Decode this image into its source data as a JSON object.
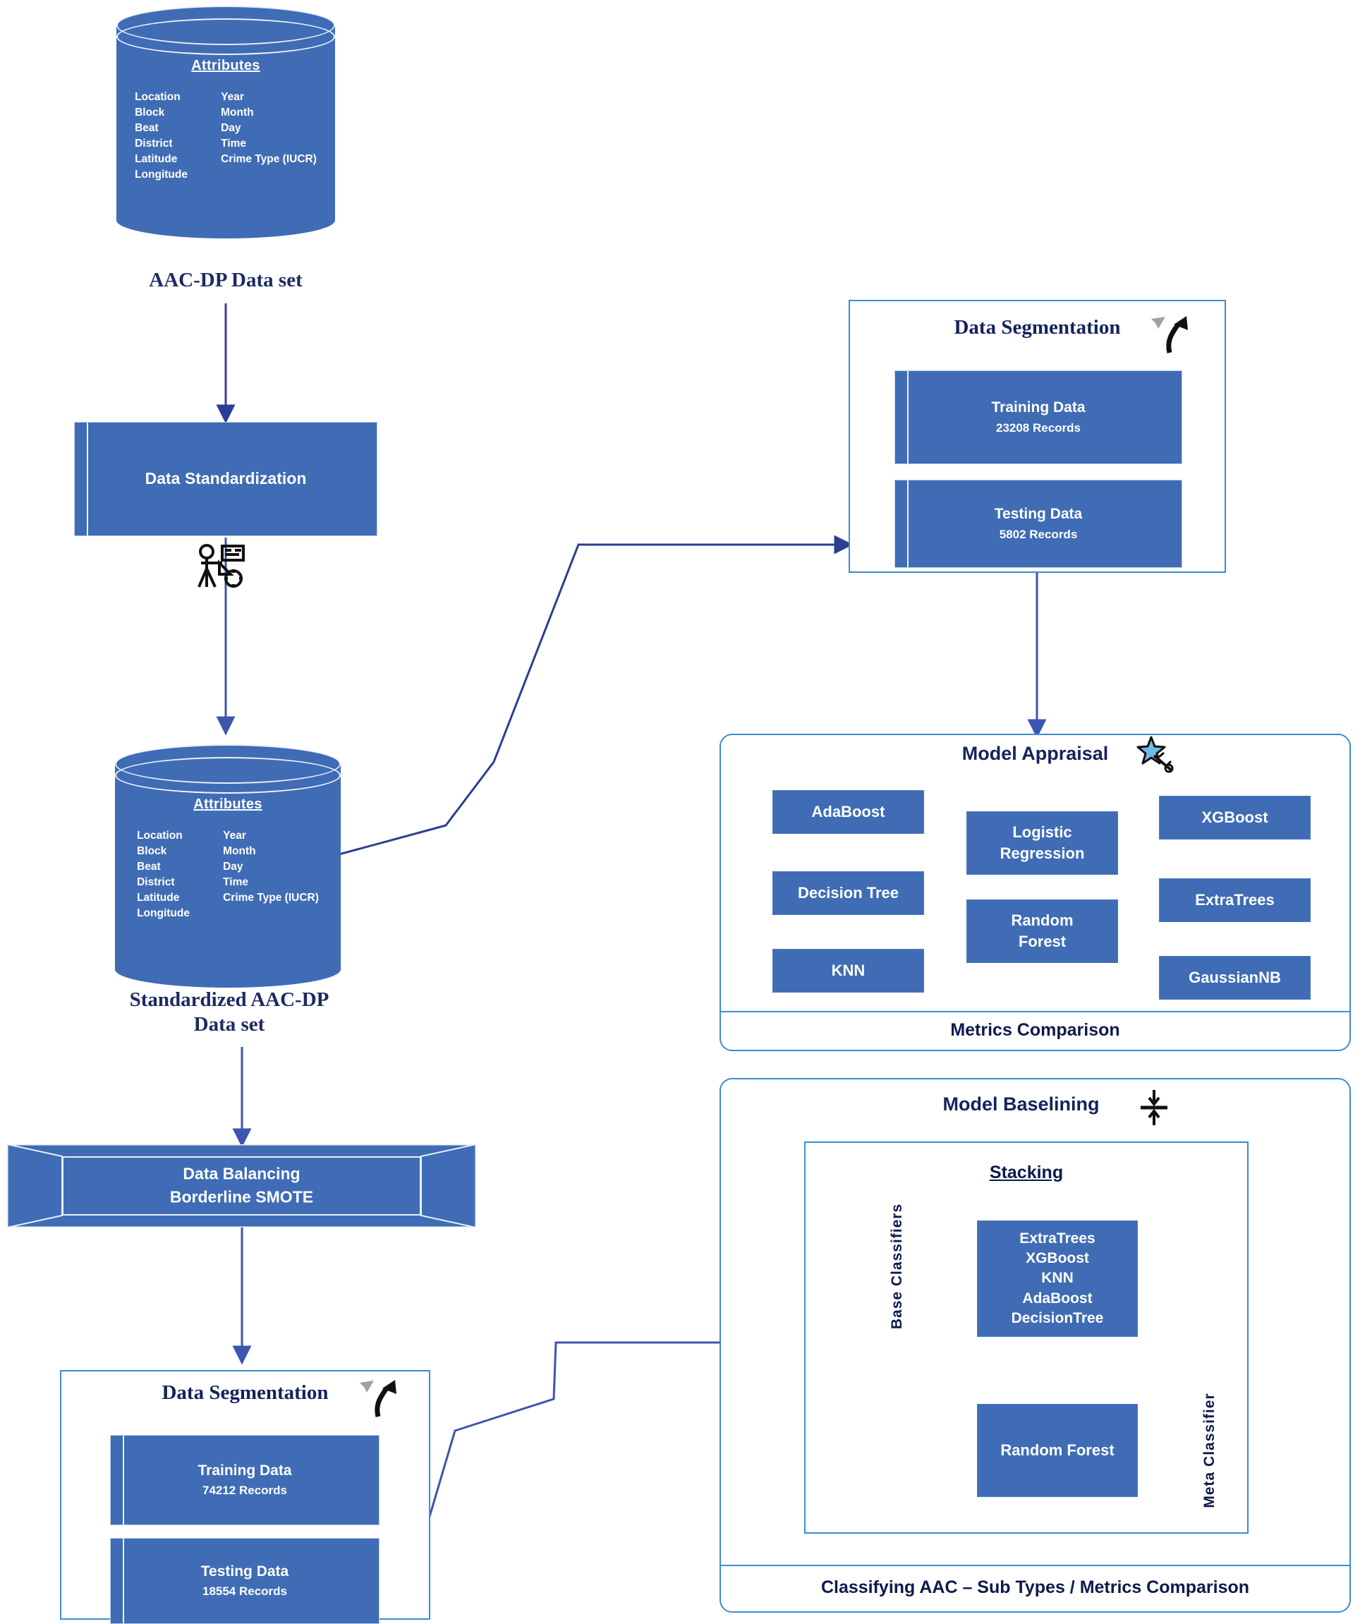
{
  "diagram": {
    "title": "AAC crime classification pipeline flowchart",
    "colors": {
      "fill_blue": "#3f6cb5",
      "panel_border": "#3a8dd0",
      "arrow": "#2a3f93",
      "text_dark": "#14235c"
    }
  },
  "attributes_heading": "Attributes",
  "attributes_col1": [
    "Location",
    "Block",
    "Beat",
    "District",
    "Latitude",
    "Longitude"
  ],
  "attributes_col2": [
    "Year",
    "Month",
    "Day",
    "Time",
    "Crime Type (IUCR)"
  ],
  "dataset_source": {
    "caption": "AAC-DP Data set",
    "icon": "database-cylinder-icon"
  },
  "standardization": {
    "label": "Data Standardization",
    "icon": "data-processing-person-icon"
  },
  "dataset_standardized": {
    "caption_line1": "Standardized AAC-DP",
    "caption_line2": "Data set",
    "icon": "database-cylinder-icon"
  },
  "balancing": {
    "line1": "Data Balancing",
    "line2": "Borderline SMOTE"
  },
  "segmentation_top": {
    "title": "Data Segmentation",
    "icon": "split-arrows-icon",
    "training_label": "Training Data",
    "training_records": "23208 Records",
    "testing_label": "Testing Data",
    "testing_records": "5802 Records"
  },
  "segmentation_bottom": {
    "title": "Data Segmentation",
    "icon": "split-arrows-icon",
    "training_label": "Training Data",
    "training_records": "74212 Records",
    "testing_label": "Testing Data",
    "testing_records": "18554 Records"
  },
  "model_appraisal": {
    "title": "Model Appraisal",
    "icon": "magic-star-wand-icon",
    "models_left": [
      "AdaBoost",
      "Decision Tree",
      "KNN"
    ],
    "models_center": [
      "Logistic\nRegression",
      "Random\nForest"
    ],
    "models_center_flat": [
      "Logistic Regression",
      "Random Forest"
    ],
    "models_right": [
      "XGBoost",
      "ExtraTrees",
      "GaussianNB"
    ],
    "footer": "Metrics Comparison"
  },
  "model_baselining": {
    "title": "Model Baselining",
    "icon": "baseline-arrows-icon",
    "stacking_title": "Stacking",
    "base_classifiers_label": "Base Classifiers",
    "base_classifiers": [
      "ExtraTrees",
      "XGBoost",
      "KNN",
      "AdaBoost",
      "DecisionTree"
    ],
    "meta_classifier_label": "Meta Classifier",
    "meta_classifier": "Random Forest",
    "footer": "Classifying AAC – Sub Types / Metrics Comparison"
  }
}
